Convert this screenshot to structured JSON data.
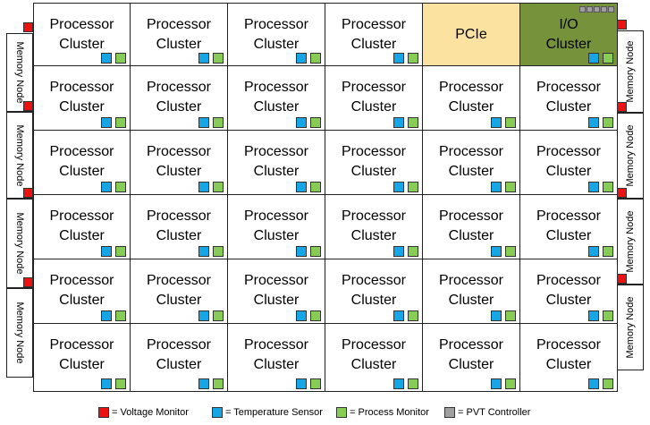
{
  "memory_label": "Memory Node",
  "processor_label": "Processor\nCluster",
  "pcie_label": "PCIe",
  "io_label": "I/O\nCluster",
  "grid": {
    "rows": 6,
    "cols": 6,
    "special": [
      {
        "row": 0,
        "col": 4,
        "kind": "pcie"
      },
      {
        "row": 0,
        "col": 5,
        "kind": "io"
      }
    ]
  },
  "memory_nodes": {
    "left_count": 4,
    "right_count": 4
  },
  "legend": [
    {
      "id": "voltage",
      "text": "= Voltage Monitor",
      "color": "#ee1111"
    },
    {
      "id": "temperature",
      "text": "= Temperature Sensor",
      "color": "#16a6e6"
    },
    {
      "id": "process",
      "text": "= Process Monitor",
      "color": "#86cc55"
    },
    {
      "id": "pvt",
      "text": "= PVT Controller",
      "color": "#a0a0a0"
    }
  ],
  "colors": {
    "pcie_fill": "#fbe2a1",
    "io_fill": "#76933c",
    "voltage_monitor": "#ee1111",
    "temperature_sensor": "#16a6e6",
    "process_monitor": "#86cc55",
    "pvt_controller": "#a0a0a0"
  }
}
